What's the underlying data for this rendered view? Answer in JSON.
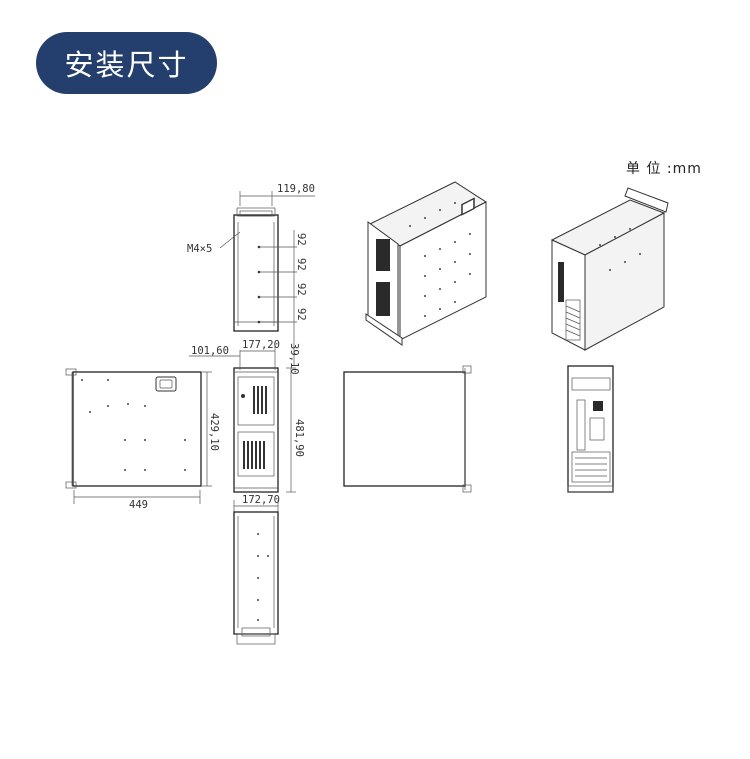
{
  "header": {
    "title": "安装尺寸"
  },
  "unit": {
    "label": "单 位 :mm"
  },
  "dimensions": {
    "top_width": "119,80",
    "screw": "M4×5",
    "pitch_1": "92",
    "pitch_2": "92",
    "pitch_3": "92",
    "pitch_4": "92",
    "front_offset": "101,60",
    "front_inner_width": "177,20",
    "front_gap": "39,10",
    "side_height": "429,10",
    "front_height": "481,90",
    "side_depth": "449",
    "bottom_width": "172,70"
  },
  "colors": {
    "title_bg": "#243f6e",
    "title_text": "#ffffff",
    "line": "#333333"
  }
}
